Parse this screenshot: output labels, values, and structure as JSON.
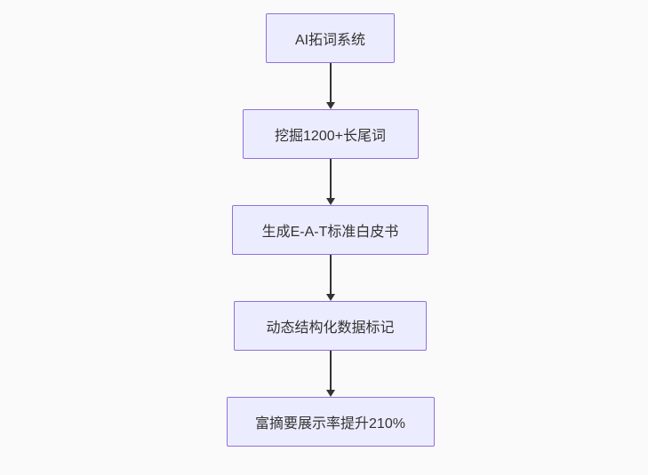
{
  "flowchart": {
    "nodes": [
      {
        "id": "step-1",
        "label": "AI拓词系统"
      },
      {
        "id": "step-2",
        "label": "挖掘1200+长尾词"
      },
      {
        "id": "step-3",
        "label": "生成E-A-T标准白皮书"
      },
      {
        "id": "step-4",
        "label": "动态结构化数据标记"
      },
      {
        "id": "step-5",
        "label": "富摘要展示率提升210%"
      }
    ],
    "edges": [
      {
        "from": "step-1",
        "to": "step-2"
      },
      {
        "from": "step-2",
        "to": "step-3"
      },
      {
        "from": "step-3",
        "to": "step-4"
      },
      {
        "from": "step-4",
        "to": "step-5"
      }
    ],
    "colors": {
      "background": "#fafafa",
      "node_fill": "#ECECFF",
      "node_border": "#9370DB",
      "text": "#333333",
      "arrow": "#333333"
    }
  }
}
